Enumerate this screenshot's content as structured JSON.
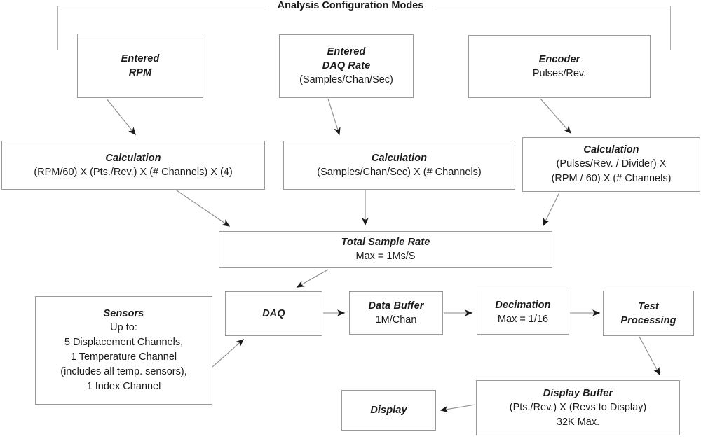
{
  "diagram": {
    "title": "Analysis Configuration Modes",
    "nodes": {
      "entered_rpm": {
        "heading": "Entered",
        "line1": "RPM"
      },
      "entered_daq_rate": {
        "heading1": "Entered",
        "heading2": "DAQ Rate",
        "line1": "(Samples/Chan/Sec)"
      },
      "encoder": {
        "heading": "Encoder",
        "line1": "Pulses/Rev."
      },
      "calculation_rpm": {
        "heading": "Calculation",
        "line1": "(RPM/60) X (Pts./Rev.) X (# Channels) X (4)"
      },
      "calculation_daq": {
        "heading": "Calculation",
        "line1": "(Samples/Chan/Sec) X (# Channels)"
      },
      "calculation_encoder": {
        "heading": "Calculation",
        "line1": "(Pulses/Rev. / Divider) X",
        "line2": "(RPM / 60) X (# Channels)"
      },
      "total_sample_rate": {
        "heading": "Total Sample Rate",
        "line1": "Max = 1Ms/S"
      },
      "sensors": {
        "heading": "Sensors",
        "line1": "Up to:",
        "line2": "5 Displacement Channels,",
        "line3": "1 Temperature Channel",
        "line4": "(includes all temp. sensors),",
        "line5": "1 Index Channel"
      },
      "daq": {
        "heading": "DAQ"
      },
      "data_buffer": {
        "heading": "Data Buffer",
        "line1": "1M/Chan"
      },
      "decimation": {
        "heading": "Decimation",
        "line1": "Max = 1/16"
      },
      "test_processing": {
        "heading1": "Test",
        "heading2": "Processing"
      },
      "display_buffer": {
        "heading": "Display Buffer",
        "line1": "(Pts./Rev.) X (Revs to Display)",
        "line2": "32K Max."
      },
      "display": {
        "heading": "Display"
      }
    },
    "colors": {
      "box_border": "#9a9a9a",
      "bracket_border": "#b0b0b0",
      "edge": "#8a8a8a",
      "arrowhead": "#1b1b1b",
      "text": "#1b1b1b",
      "background": "#ffffff"
    },
    "edges": [
      {
        "from": "entered_rpm",
        "to": "calculation_rpm"
      },
      {
        "from": "entered_daq_rate",
        "to": "calculation_daq"
      },
      {
        "from": "encoder",
        "to": "calculation_encoder"
      },
      {
        "from": "calculation_rpm",
        "to": "total_sample_rate"
      },
      {
        "from": "calculation_daq",
        "to": "total_sample_rate"
      },
      {
        "from": "calculation_encoder",
        "to": "total_sample_rate"
      },
      {
        "from": "total_sample_rate",
        "to": "daq"
      },
      {
        "from": "sensors",
        "to": "daq"
      },
      {
        "from": "daq",
        "to": "data_buffer"
      },
      {
        "from": "data_buffer",
        "to": "decimation"
      },
      {
        "from": "decimation",
        "to": "test_processing"
      },
      {
        "from": "test_processing",
        "to": "display_buffer"
      },
      {
        "from": "display_buffer",
        "to": "display"
      }
    ]
  }
}
